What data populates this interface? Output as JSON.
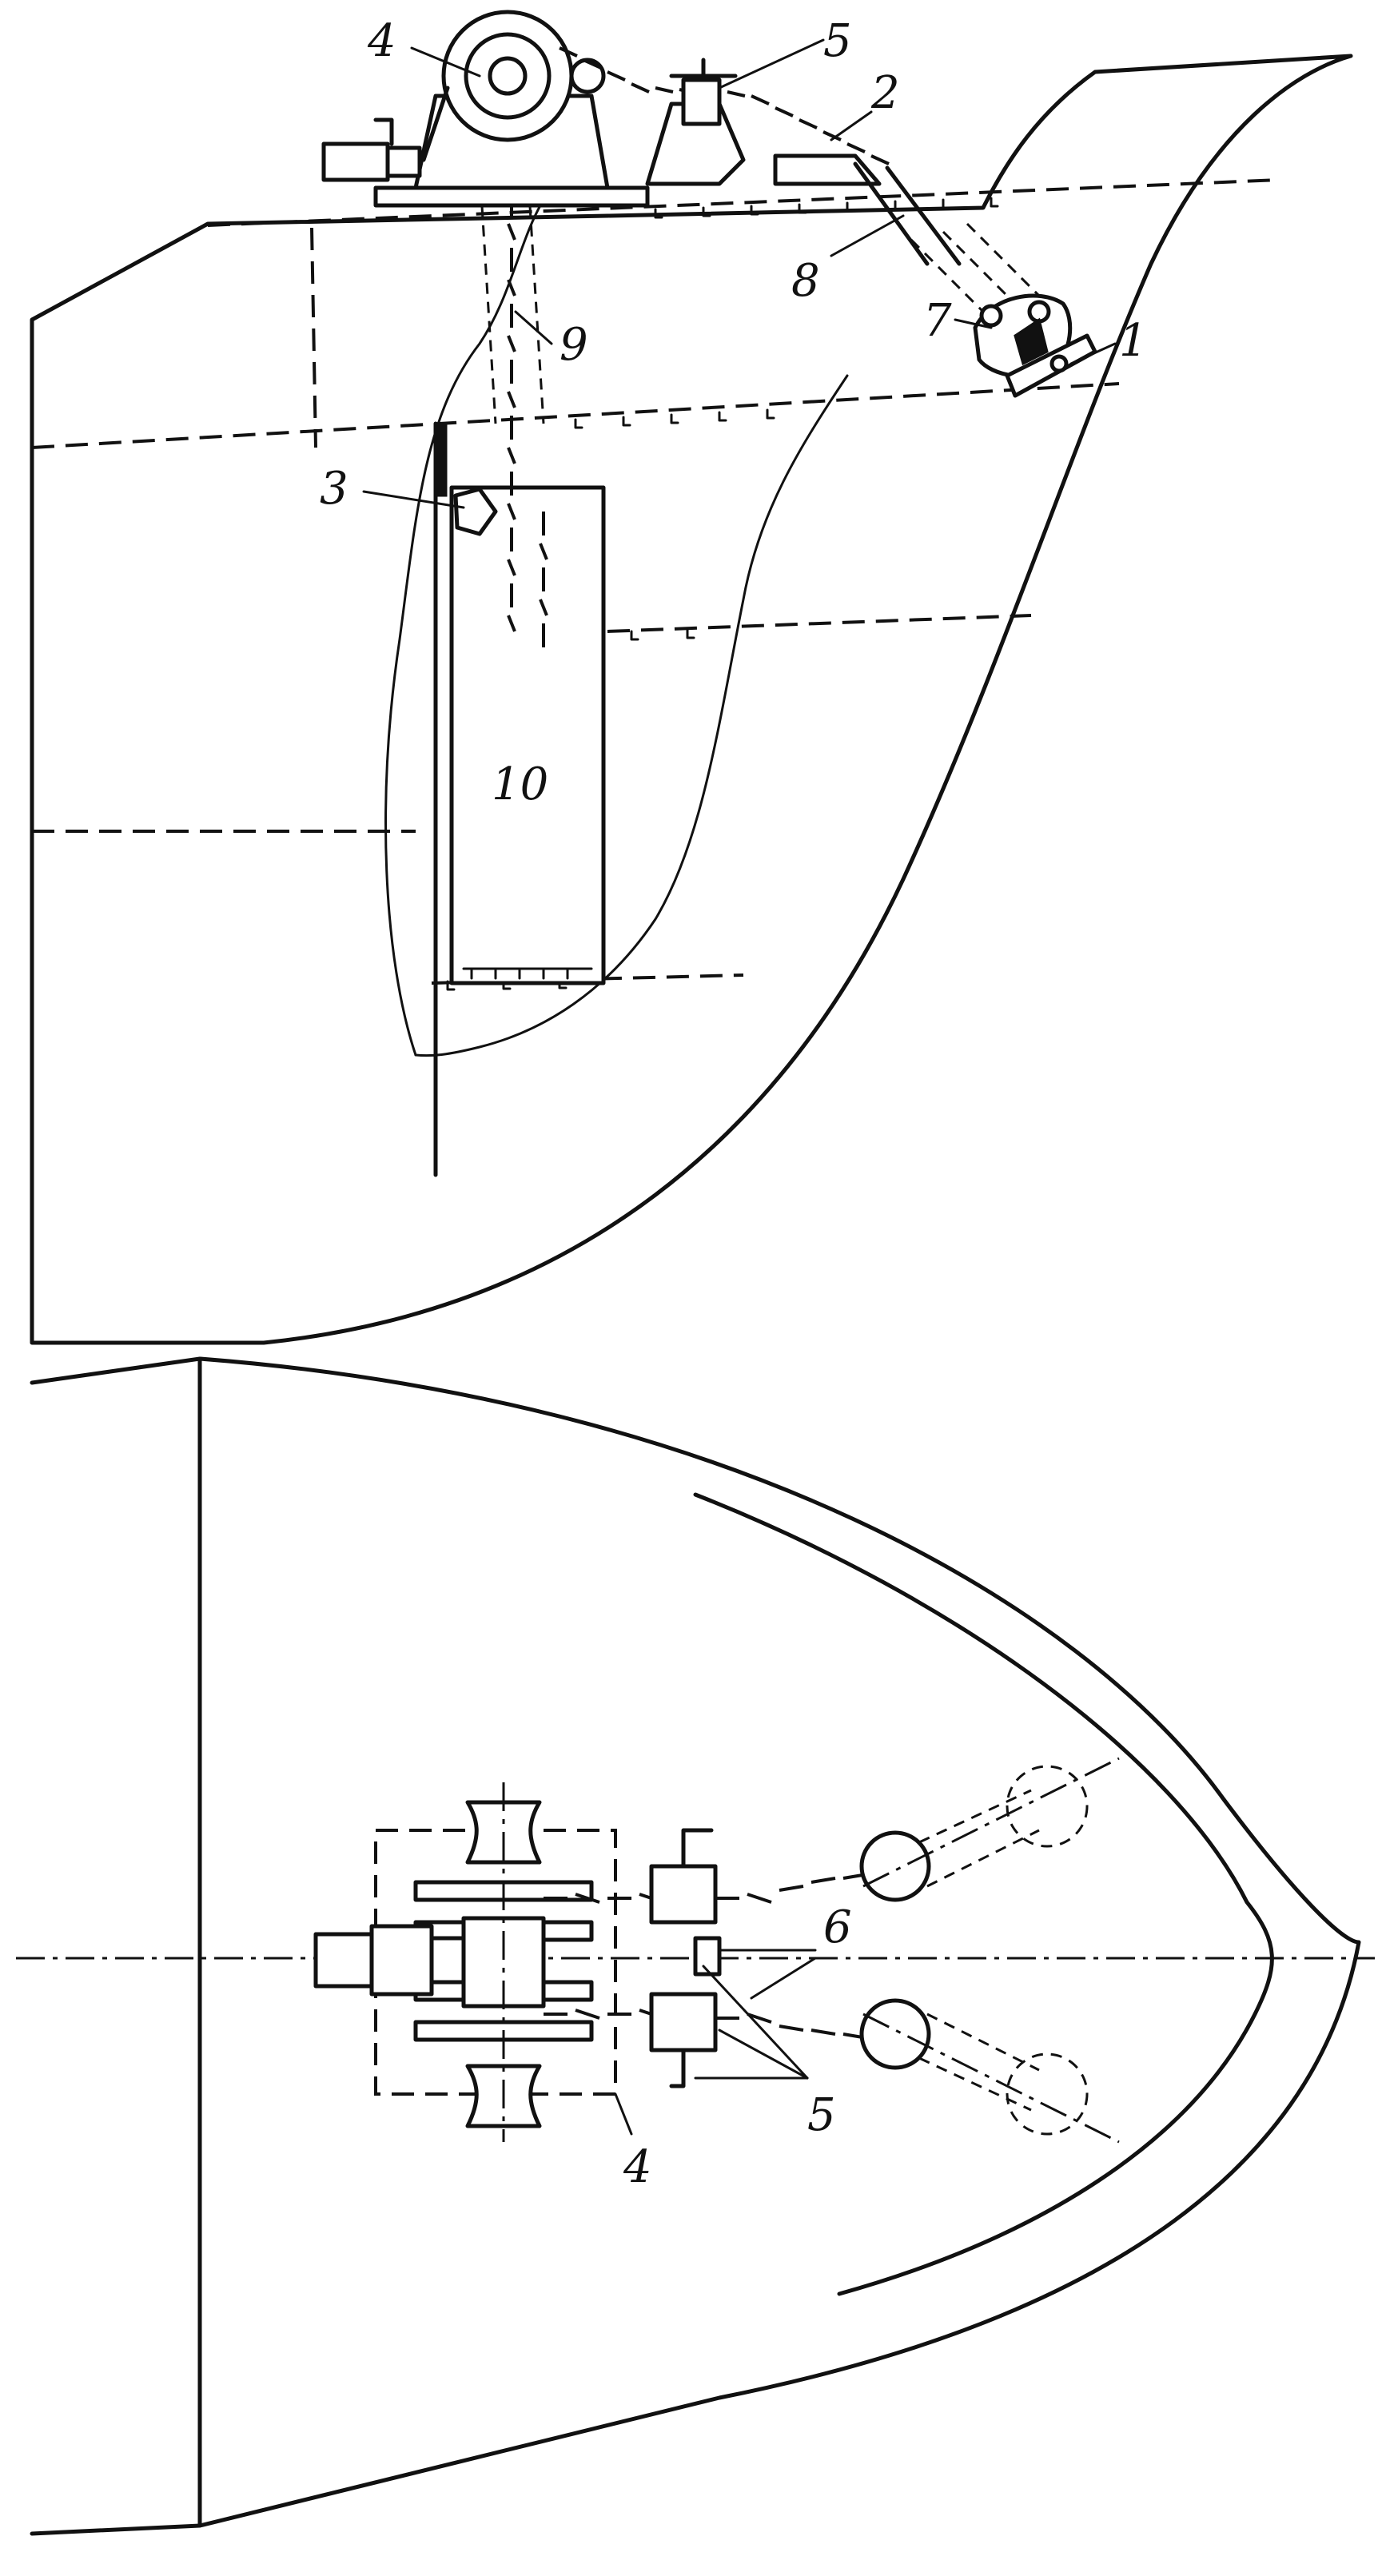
{
  "callouts": {
    "side_view": {
      "c1": "1",
      "c2": "2",
      "c3": "3",
      "c4": "4",
      "c5": "5",
      "c7": "7",
      "c8": "8",
      "c9": "9",
      "c10": "10"
    },
    "plan_view": {
      "c4": "4",
      "c5": "5",
      "c6": "6"
    }
  }
}
